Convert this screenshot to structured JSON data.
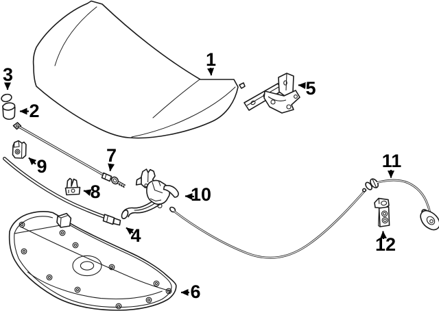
{
  "diagram": {
    "background_color": "#ffffff",
    "line_color": "#1a1a1a",
    "label_color": "#000000"
  },
  "callouts": [
    {
      "number": "1"
    },
    {
      "number": "2"
    },
    {
      "number": "3"
    },
    {
      "number": "4"
    },
    {
      "number": "5"
    },
    {
      "number": "6"
    },
    {
      "number": "7"
    },
    {
      "number": "8"
    },
    {
      "number": "9"
    },
    {
      "number": "10"
    },
    {
      "number": "11"
    },
    {
      "number": "12"
    }
  ]
}
